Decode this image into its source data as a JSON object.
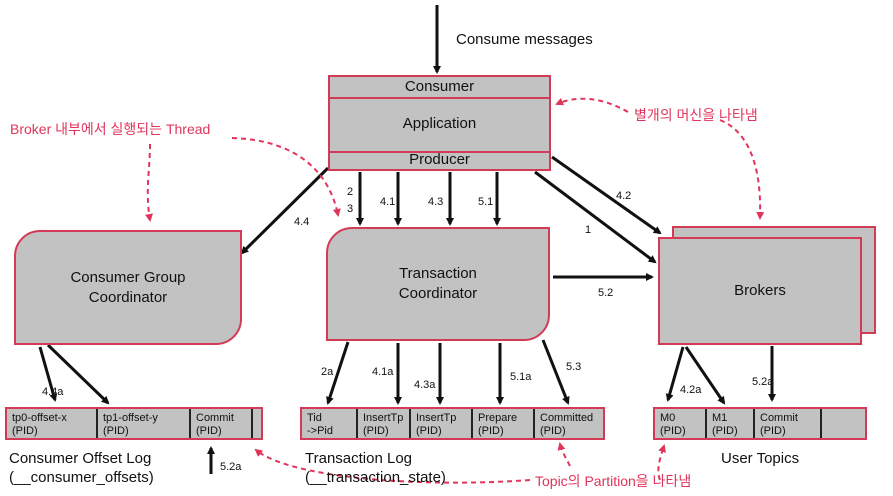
{
  "top_label": "Consume messages",
  "app": {
    "consumer": "Consumer",
    "application": "Application",
    "producer": "Producer"
  },
  "coordinators": {
    "group": "Consumer Group\nCoordinator",
    "transaction": "Transaction\nCoordinator",
    "brokers": "Brokers"
  },
  "annotations": {
    "broker_thread": "Broker 내부에서 실행되는 Thread",
    "separate_machine": "별개의 머신을 나타냄",
    "topic_partition": "Topic의 Partition을 나타냄"
  },
  "edge_labels": {
    "e2": "2",
    "e3": "3",
    "e4_1": "4.1",
    "e4_3": "4.3",
    "e5_1": "5.1",
    "e4_4": "4.4",
    "e4_2": "4.2",
    "e1": "1",
    "e5_2": "5.2",
    "e4_4a": "4.4a",
    "e2a": "2a",
    "e4_1a": "4.1a",
    "e4_3a": "4.3a",
    "e5_1a": "5.1a",
    "e5_3": "5.3",
    "e4_2a": "4.2a",
    "e5_2a_top": "5.2a",
    "e5_2a_bottom": "5.2a"
  },
  "logs": {
    "consumer_offset": {
      "cells": [
        "tp0-offset-x\n(PID)",
        "tp1-offset-y\n(PID)",
        "Commit\n(PID)",
        ""
      ],
      "title": "Consumer Offset Log\n(__consumer_offsets)"
    },
    "transaction": {
      "cells": [
        "Tid\n->Pid",
        "InsertTp\n(PID)",
        "InsertTp\n(PID)",
        "Prepare\n(PID)",
        "Committed\n(PID)"
      ],
      "title": "Transaction Log\n(__transaction_state)"
    },
    "user_topics": {
      "cells": [
        "M0\n(PID)",
        "M1\n(PID)",
        "Commit\n(PID)",
        ""
      ],
      "title": "User Topics"
    }
  },
  "colors": {
    "accent": "#e0355a",
    "box_fill": "#c2c2c2",
    "box_border": "#d33a55"
  }
}
